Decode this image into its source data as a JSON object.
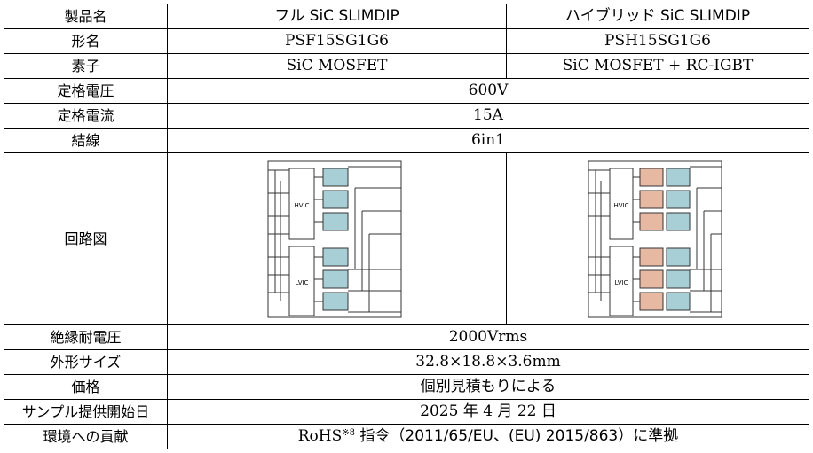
{
  "headers": {
    "label": "製品名",
    "col1": "フル SiC SLIMDIP",
    "col2": "ハイブリッド SiC SLIMDIP"
  },
  "rows": {
    "model": {
      "label": "形名",
      "col1": "PSF15SG1G6",
      "col2": "PSH15SG1G6"
    },
    "element": {
      "label": "素子",
      "col1": "SiC MOSFET",
      "col2": "SiC MOSFET + RC-IGBT"
    },
    "rated_voltage": {
      "label": "定格電圧",
      "value": "600V"
    },
    "rated_current": {
      "label": "定格電流",
      "value": "15A"
    },
    "connection": {
      "label": "結線",
      "value": "6in1"
    },
    "circuit": {
      "label": "回路図",
      "hvic": "HVIC",
      "lvic": "LVIC"
    },
    "isolation": {
      "label": "絶縁耐電圧",
      "value": "2000Vrms"
    },
    "dimensions": {
      "label": "外形サイズ",
      "value": "32.8×18.8×3.6mm"
    },
    "price": {
      "label": "価格",
      "value": "個別見積もりによる"
    },
    "sample": {
      "label": "サンプル提供開始日",
      "value": "2025 年 4 月 22 日"
    },
    "environment": {
      "label": "環境への貢献",
      "rohs": "RoHS",
      "note": "※8",
      "text": " 指令（2011/65/EU、(EU) 2015/863）に準拠"
    }
  },
  "colors": {
    "mosfet_fill": "#a9cfd6",
    "igbt_fill": "#e7b9a3",
    "line": "#333333"
  }
}
